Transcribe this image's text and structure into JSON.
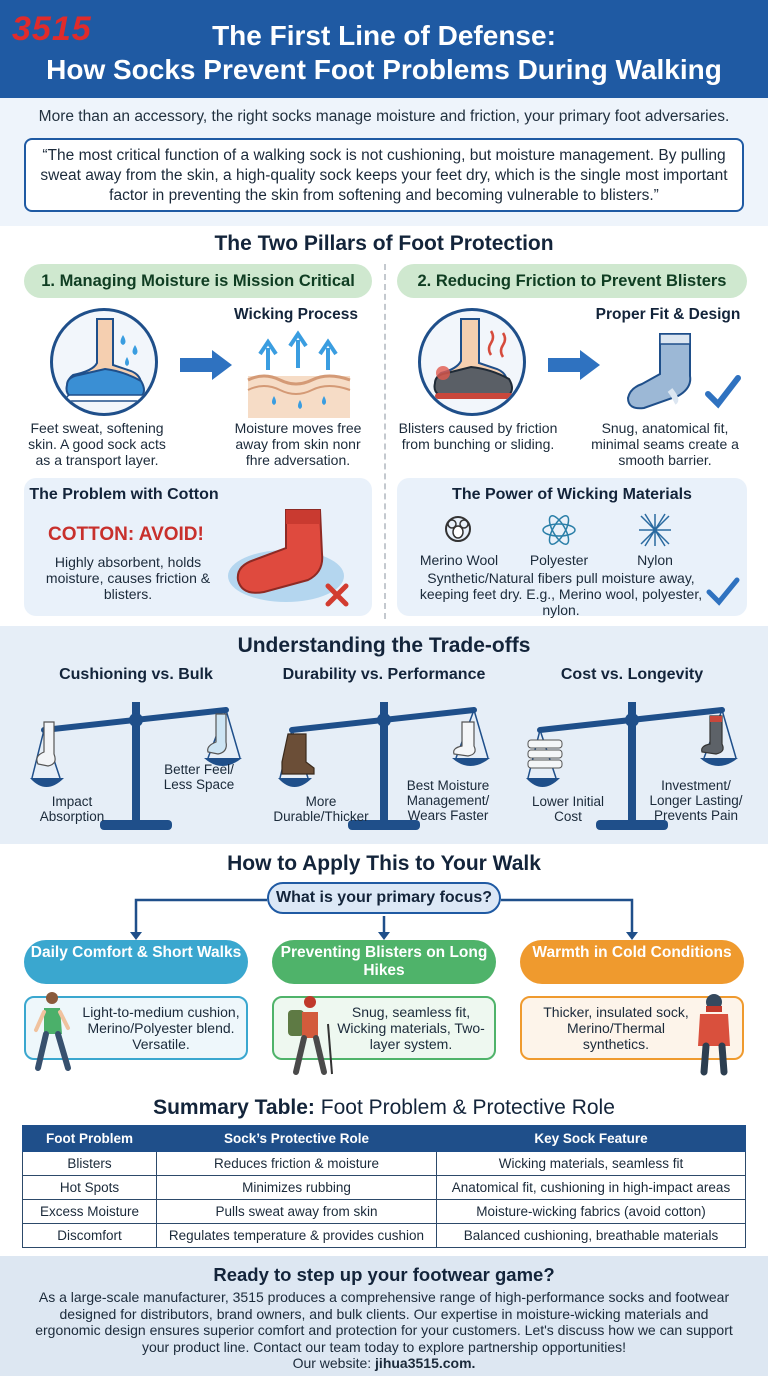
{
  "header": {
    "logo": "3515",
    "title_line1": "The First Line of Defense:",
    "title_line2": "How Socks Prevent Foot Problems During Walking"
  },
  "intro": {
    "text": "More than an accessory, the right socks manage moisture and friction, your primary foot adversaries.",
    "quote": "“The most critical function of a walking sock is not cushioning, but moisture management. By pulling sweat away from the skin, a high-quality sock keeps your feet dry, which is the single most important factor in preventing the skin from softening and becoming vulnerable to blisters.”"
  },
  "pillars": {
    "title": "The Two Pillars of Foot Protection",
    "left": {
      "heading": "1. Managing Moisture is Mission Critical",
      "process_title": "Wicking Process",
      "caption1": "Feet sweat, softening skin. A good sock acts as a transport layer.",
      "caption2": "Moisture moves free away from skin nonr fhre adversation."
    },
    "right": {
      "heading": "2. Reducing Friction to Prevent Blisters",
      "process_title": "Proper Fit & Design",
      "caption1": "Blisters caused by friction from bunching or sliding.",
      "caption2": "Snug, anatomical fit, minimal seams create a smooth barrier."
    },
    "cotton": {
      "title": "The Problem with Cotton",
      "avoid": "COTTON: AVOID!",
      "text": "Highly absorbent, holds moisture, causes friction & blisters."
    },
    "wicking": {
      "title": "The Power of Wicking Materials",
      "materials": [
        "Merino Wool",
        "Polyester",
        "Nylon"
      ],
      "text": "Synthetic/Natural fibers pull moisture away, keeping feet dry. E.g., Merino wool, polyester, nylon."
    }
  },
  "tradeoffs": {
    "title": "Understanding the Trade-offs",
    "scales": [
      {
        "title": "Cushioning vs. Bulk",
        "left": "Impact Absorption",
        "right": "Better Feel/ Less Space"
      },
      {
        "title": "Durability vs. Performance",
        "left": "More Durable/Thicker",
        "right": "Best Moisture Management/ Wears Faster"
      },
      {
        "title": "Cost vs. Longevity",
        "left": "Lower Initial Cost",
        "right": "Investment/ Longer Lasting/ Prevents Pain"
      }
    ]
  },
  "apply": {
    "title": "How to Apply This to Your Walk",
    "question": "What is your primary focus?",
    "options": [
      {
        "heading": "Daily Comfort & Short Walks",
        "text": "Light-to-medium cushion, Merino/Polyester blend. Versatile.",
        "color": "#3aa7cf"
      },
      {
        "heading": "Preventing Blisters on Long Hikes",
        "text": "Snug, seamless fit, Wicking materials, Two-layer system.",
        "color": "#4fb36a"
      },
      {
        "heading": "Warmth in Cold Conditions",
        "text": "Thicker, insulated sock, Merino/Thermal synthetics.",
        "color": "#ef9a2e"
      }
    ]
  },
  "summary": {
    "title_bold": "Summary Table:",
    "title_rest": " Foot Problem & Protective Role",
    "headers": [
      "Foot Problem",
      "Sock’s Protective Role",
      "Key Sock Feature"
    ],
    "rows": [
      [
        "Blisters",
        "Reduces friction & moisture",
        "Wicking materials, seamless fit"
      ],
      [
        "Hot Spots",
        "Minimizes rubbing",
        "Anatomical fit, cushioning in high-impact areas"
      ],
      [
        "Excess Moisture",
        "Pulls sweat away from skin",
        "Moisture-wicking fabrics (avoid cotton)"
      ],
      [
        "Discomfort",
        "Regulates temperature & provides cushion",
        "Balanced cushioning, breathable materials"
      ]
    ]
  },
  "footer": {
    "title": "Ready to step up your footwear game?",
    "text": "As a large-scale manufacturer, 3515 produces a comprehensive range of high-performance socks and footwear designed for distributors, brand owners, and bulk clients. Our expertise in moisture-wicking materials and ergonomic design ensures superior comfort and protection for your customers. Let's discuss how we can support your product line. Contact our team today to explore partnership opportunities!",
    "website_label": "Our website: ",
    "website": "jihua3515.com."
  }
}
